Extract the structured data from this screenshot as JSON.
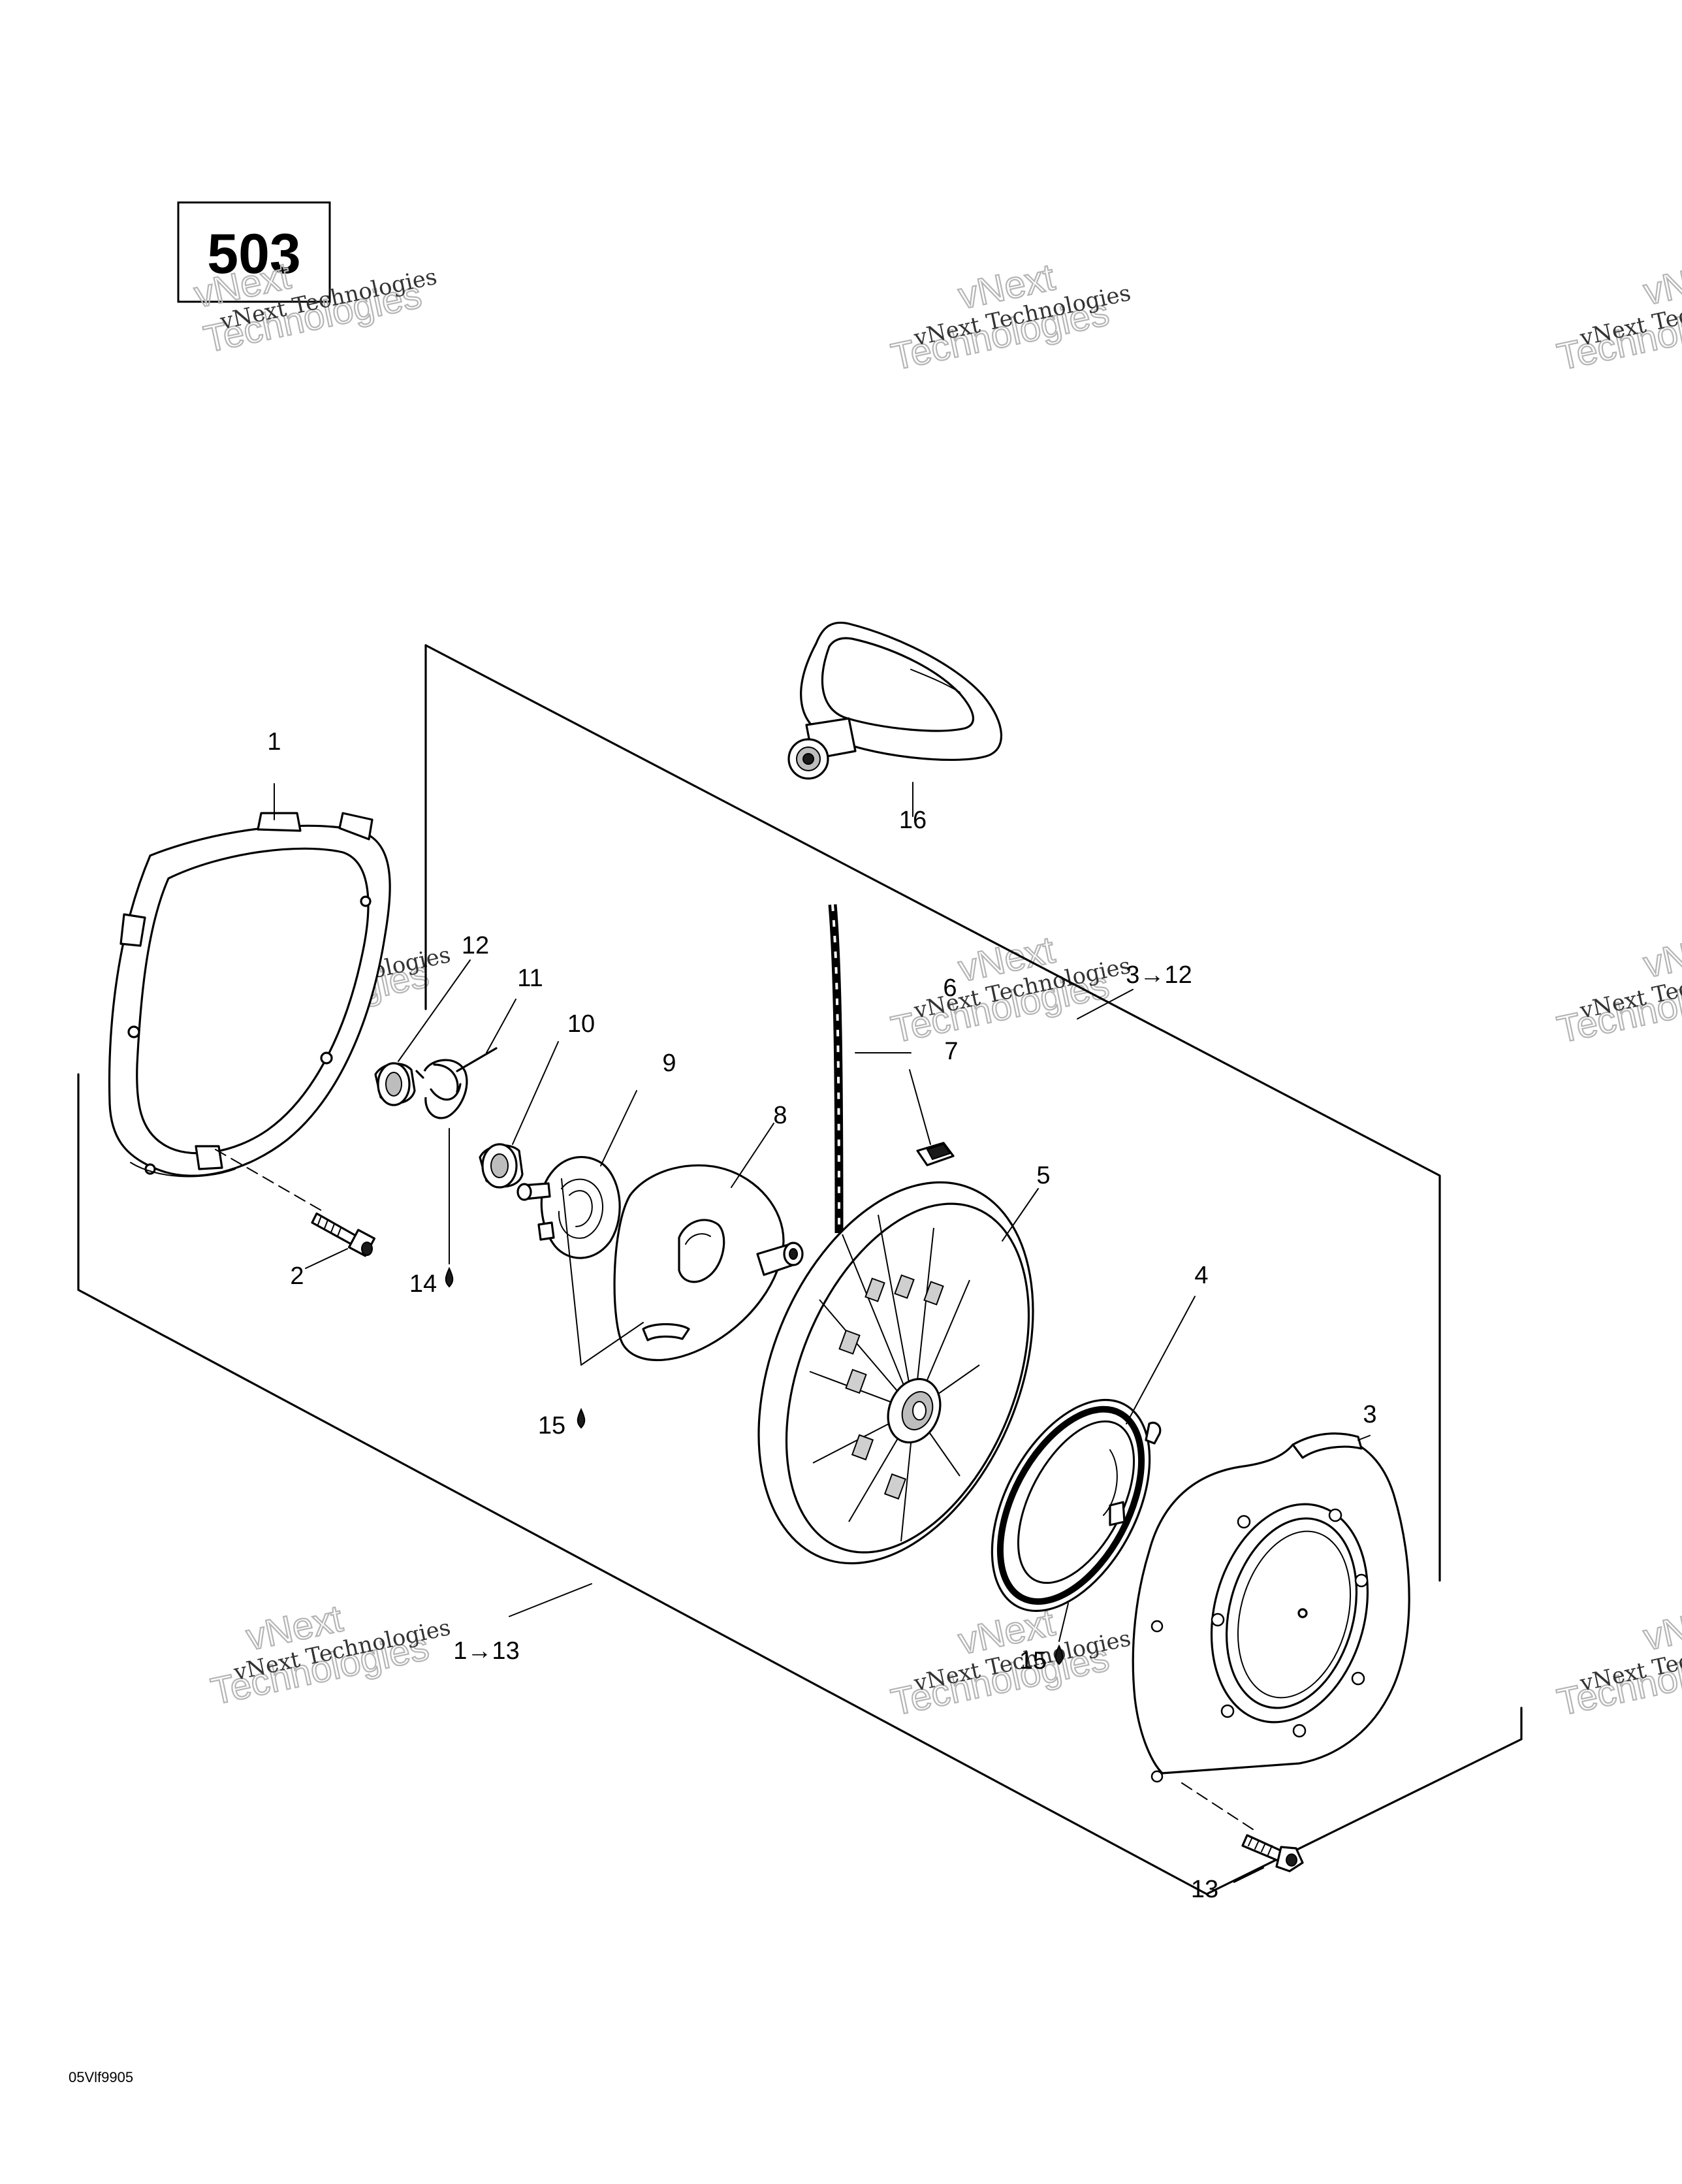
{
  "page_number": "503",
  "drawing_code": "05Vlf9905",
  "watermark": {
    "line1": "vNext Technologies",
    "line2": "vNext",
    "line3": "Technologies"
  },
  "callouts": {
    "c1": "1",
    "c2": "2",
    "c3a": "3",
    "c3_12": "3→12",
    "c4": "4",
    "c5": "5",
    "c6": "6",
    "c7": "7",
    "c8": "8",
    "c9": "9",
    "c10": "10",
    "c11": "11",
    "c12": "12",
    "c13": "13",
    "c14": "14",
    "c15a": "15",
    "c15b": "15",
    "c16": "16",
    "c1_13": "1→13"
  }
}
